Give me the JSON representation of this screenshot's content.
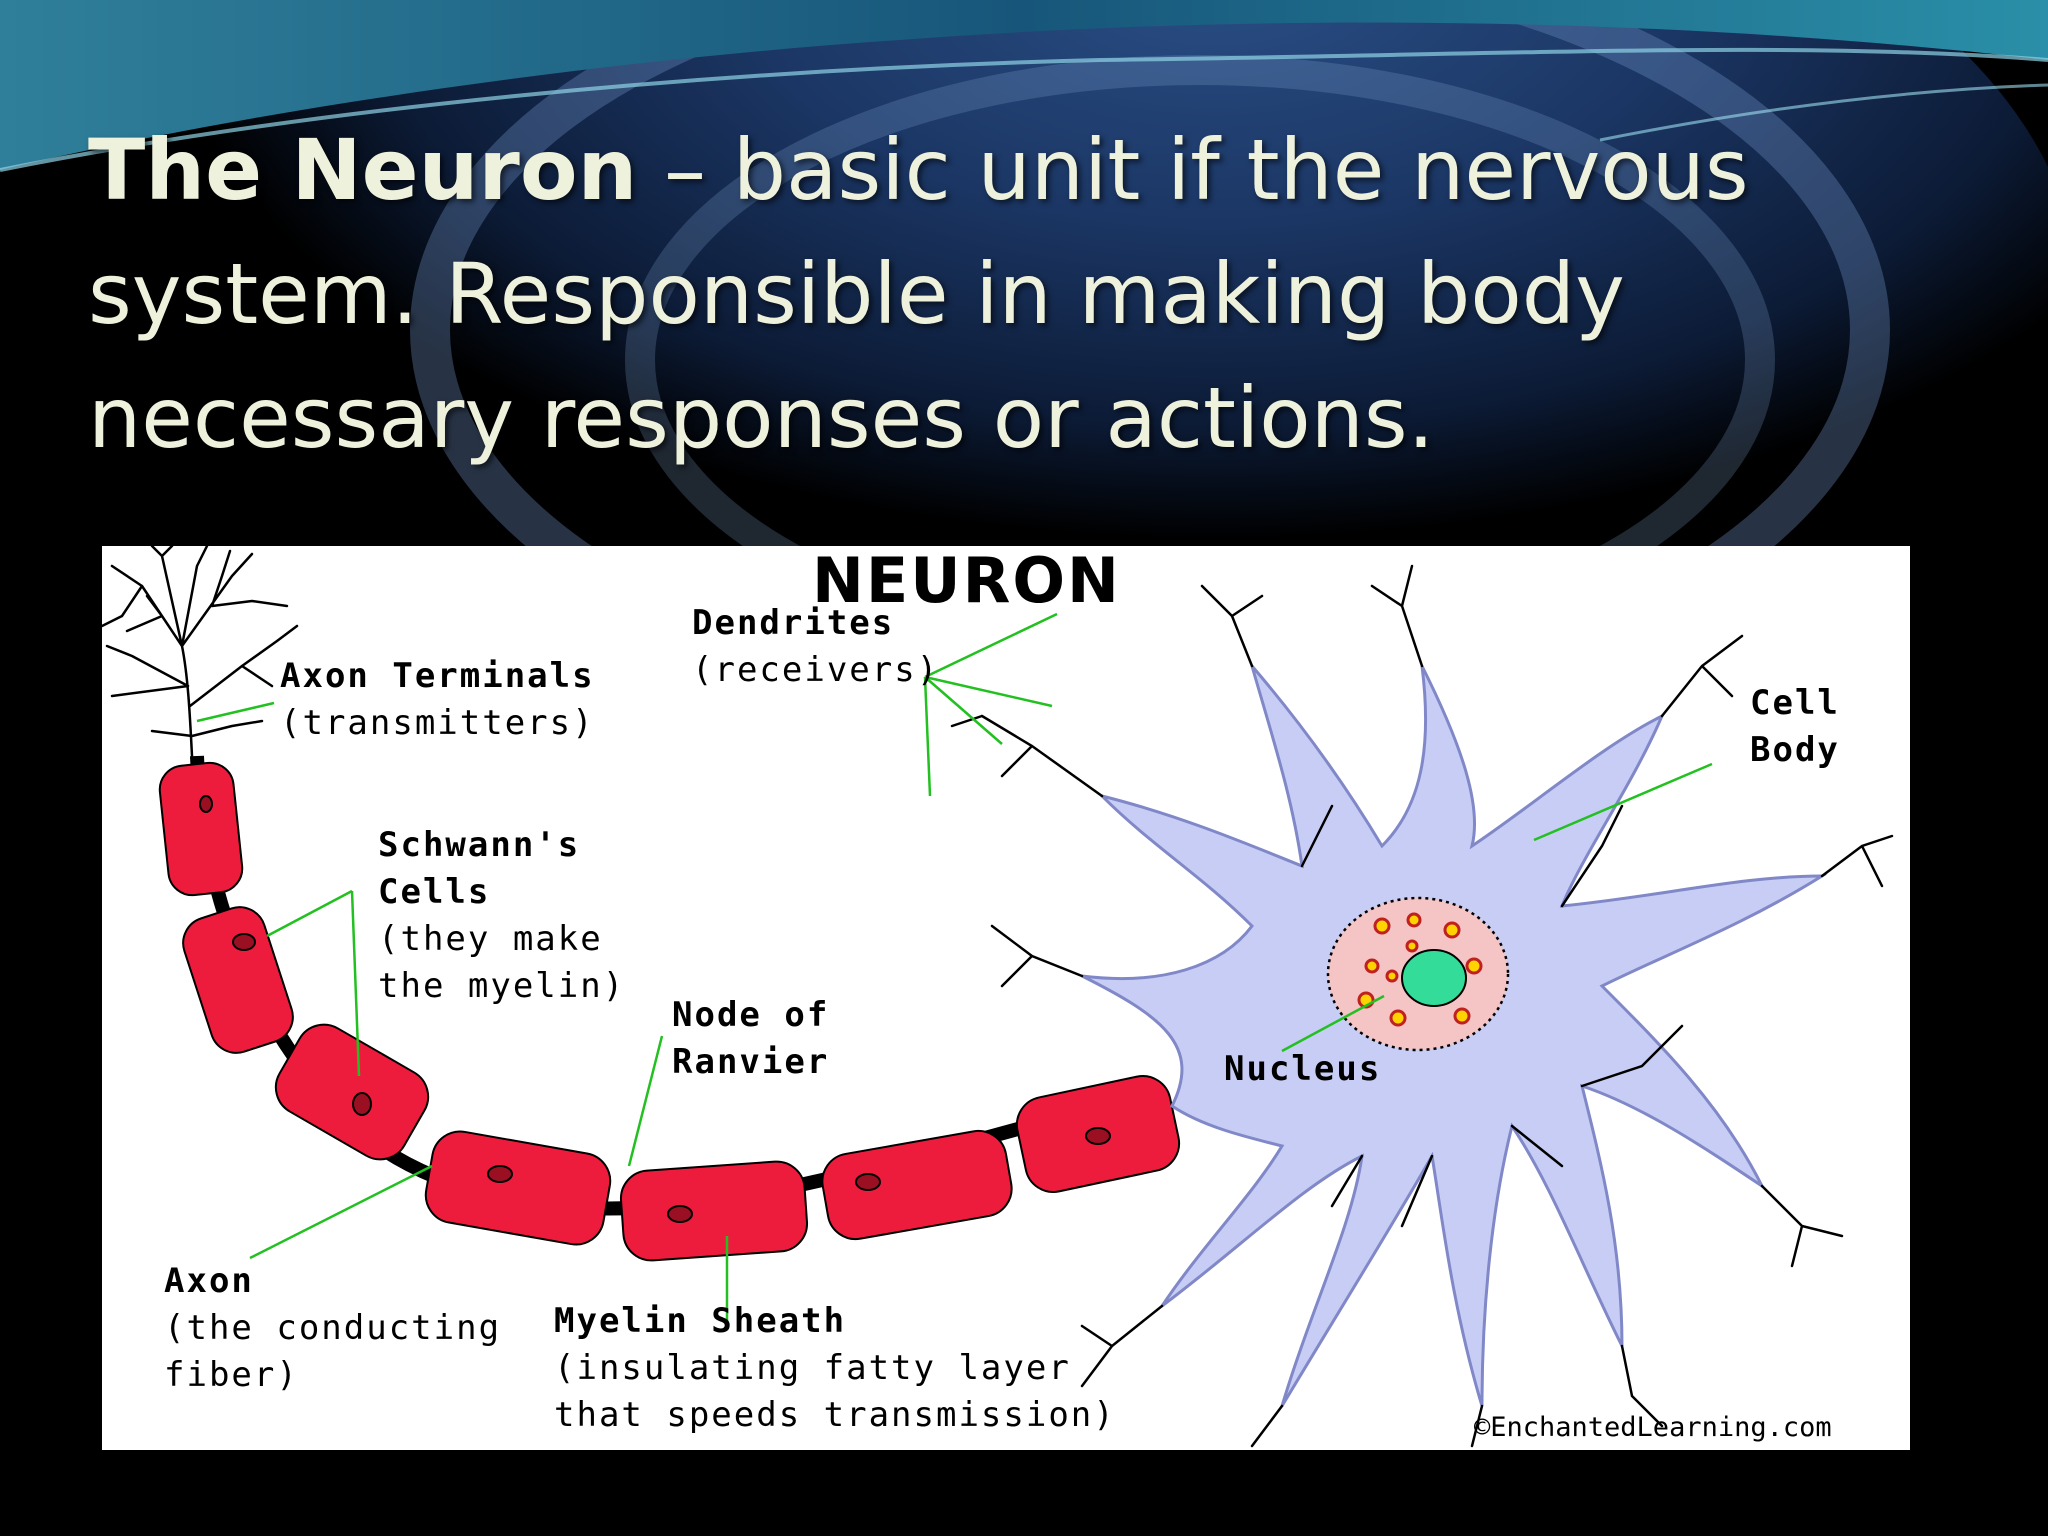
{
  "slide": {
    "title_bold": "The Neuron",
    "title_rest_line1": " – basic unit if the nervous",
    "title_line2": "system. Responsible in making body",
    "title_line3": "necessary responses or actions."
  },
  "diagram": {
    "title": "NEURON",
    "labels": {
      "dendrites": {
        "name": "Dendrites",
        "desc": "(receivers)"
      },
      "axon_terminals": {
        "name": "Axon Terminals",
        "desc": "(transmitters)"
      },
      "schwann_cells": {
        "name1": "Schwann's",
        "name2": "Cells",
        "desc1": "(they make",
        "desc2": "the myelin)"
      },
      "node_of_ranvier": {
        "name1": "Node of",
        "name2": "Ranvier"
      },
      "cell_body": {
        "name1": "Cell",
        "name2": "Body"
      },
      "nucleus": {
        "name": "Nucleus"
      },
      "axon": {
        "name": "Axon",
        "desc1": "(the conducting",
        "desc2": "fiber)"
      },
      "myelin_sheath": {
        "name": "Myelin Sheath",
        "desc1": "(insulating fatty layer",
        "desc2": "that speeds transmission)"
      }
    },
    "copyright": "©EnchantedLearning.com"
  },
  "colors": {
    "myelin": "#ee1c3c",
    "cell_body": "#c8cdf5",
    "nucleus": "#f5c4c4",
    "nucleolus": "#33dd99",
    "pointer": "#22c020",
    "title_text": "#eef2dc"
  }
}
